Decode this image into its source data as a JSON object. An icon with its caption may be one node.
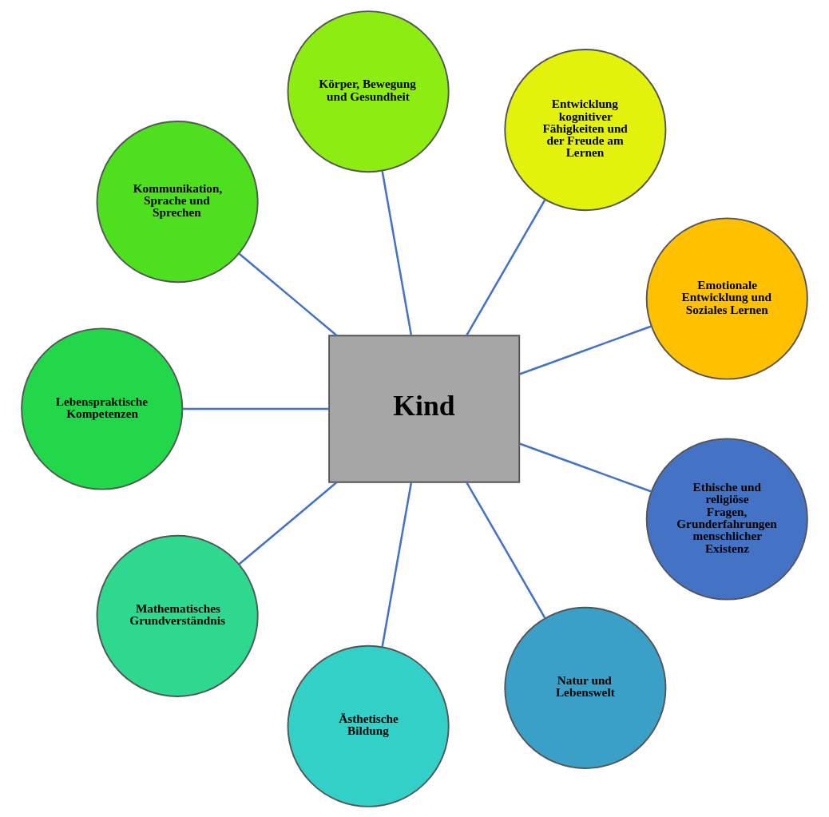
{
  "diagram": {
    "nodes": [
      {
        "text": [
          "Kind"
        ]
      },
      {
        "text": [
          "Emotionale Entwicklung und Soziales Lernen"
        ]
      },
      {
        "text": [
          "Entwicklung kognitiver Fähigkeiten und der Freude am Lernen"
        ]
      },
      {
        "text": [
          "Körper, Bewegung und Gesundheit"
        ]
      },
      {
        "text": [
          "Kommunikation, Sprache und Sprechen"
        ]
      },
      {
        "text": [
          "Lebenspraktische Kompetenzen"
        ]
      },
      {
        "text": [
          "Mathematisches Grundverständnis"
        ]
      },
      {
        "text": [
          "Ästhetische Bildung"
        ]
      },
      {
        "text": [
          "Natur und Lebenswelt"
        ]
      },
      {
        "text": [
          "Ethische und religiöse Fragen, Grunderfahrungen menschlicher Existenz"
        ]
      }
    ],
    "edges": [
      {
        "from": 0,
        "to": 1,
        "arrow": "none"
      },
      {
        "from": 0,
        "to": 2,
        "arrow": "none"
      },
      {
        "from": 0,
        "to": 3,
        "arrow": "none"
      },
      {
        "from": 0,
        "to": 4,
        "arrow": "none"
      },
      {
        "from": 0,
        "to": 5,
        "arrow": "none"
      },
      {
        "from": 0,
        "to": 6,
        "arrow": "none"
      },
      {
        "from": 0,
        "to": 7,
        "arrow": "none"
      },
      {
        "from": 0,
        "to": 8,
        "arrow": "none"
      },
      {
        "from": 0,
        "to": 9,
        "arrow": "none"
      }
    ]
  }
}
